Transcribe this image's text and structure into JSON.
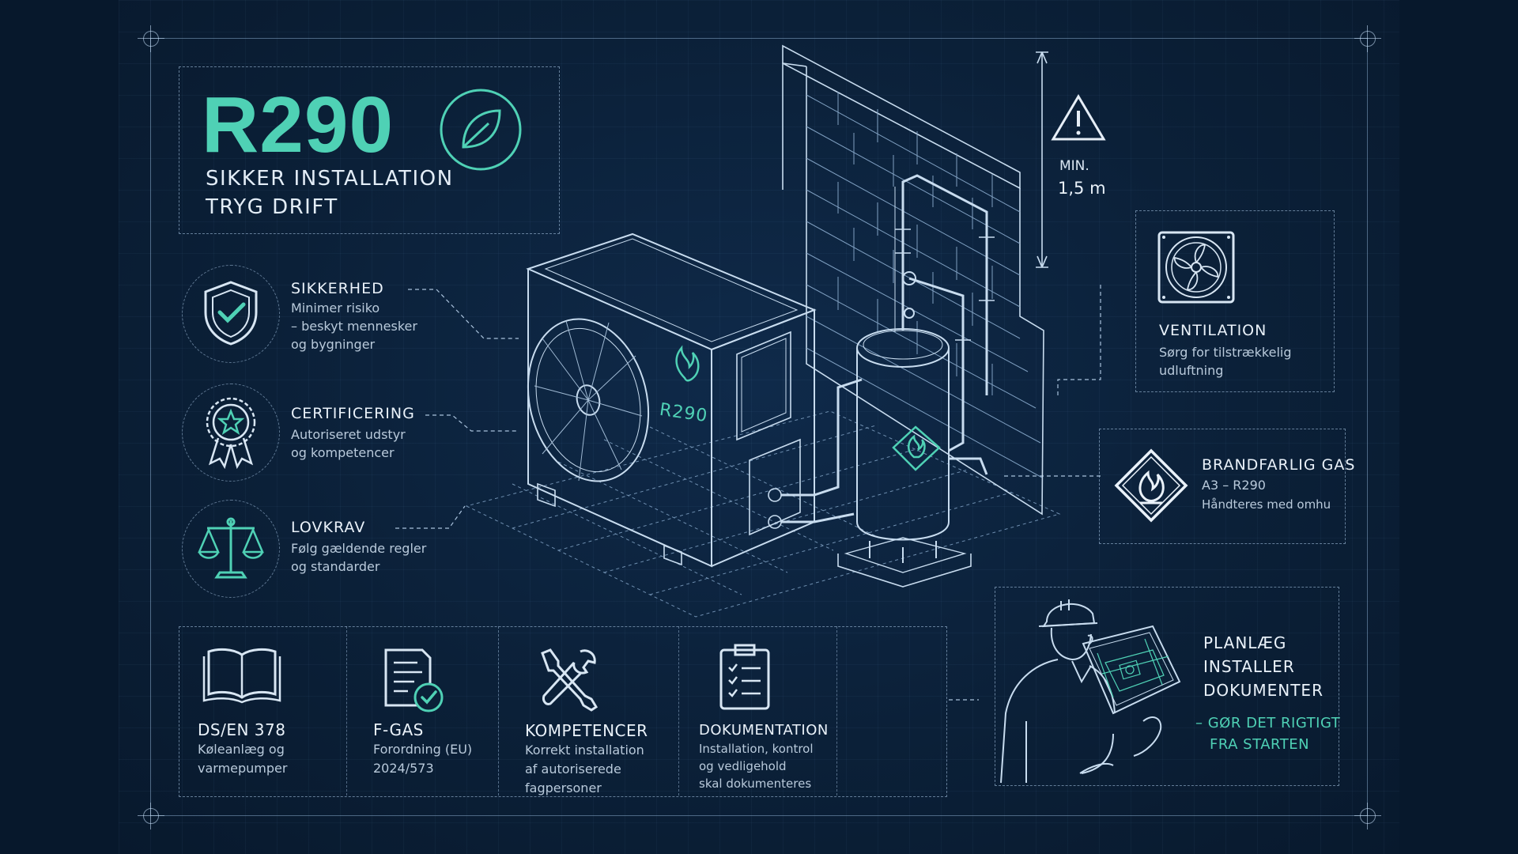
{
  "header": {
    "title": "R290",
    "subtitle_line1": "SIKKER INSTALLATION",
    "subtitle_line2": "TRYG DRIFT"
  },
  "features": [
    {
      "title": "SIKKERHED",
      "lines": [
        "Minimer risiko",
        "– beskyt mennesker",
        "og bygninger"
      ],
      "icon": "shield-check-icon"
    },
    {
      "title": "CERTIFICERING",
      "lines": [
        "Autoriseret udstyr",
        "og kompetencer"
      ],
      "icon": "award-badge-icon"
    },
    {
      "title": "LOVKRAV",
      "lines": [
        "Følg gældende regler",
        "og standarder"
      ],
      "icon": "scales-icon"
    }
  ],
  "diagram": {
    "unit_label": "R290",
    "clearance_label": "MIN.",
    "clearance_value": "1,5 m"
  },
  "ventilation": {
    "title": "VENTILATION",
    "lines": [
      "Sørg for tilstrækkelig",
      "udluftning"
    ]
  },
  "gas": {
    "title": "BRANDFARLIG GAS",
    "line1": "A3 – R290",
    "line2": "Håndteres med omhu"
  },
  "standards": [
    {
      "title": "DS/EN 378",
      "lines": [
        "Køleanlæg og",
        "varmepumper"
      ],
      "icon": "book-icon"
    },
    {
      "title": "F-GAS",
      "lines": [
        "Forordning (EU)",
        "2024/573"
      ],
      "icon": "document-check-icon"
    },
    {
      "title": "KOMPETENCER",
      "lines": [
        "Korrekt installation",
        "af autoriserede",
        "fagpersoner"
      ],
      "icon": "tools-icon"
    },
    {
      "title": "DOKUMENTATION",
      "lines": [
        "Installation, kontrol",
        "og vedligehold",
        "skal dokumenteres"
      ],
      "icon": "clipboard-icon"
    }
  ],
  "cta": {
    "steps": [
      "PLANLÆG",
      "INSTALLER",
      "DOKUMENTER"
    ],
    "tagline1": "– GØR DET RIGTIGT",
    "tagline2": "FRA STARTEN"
  },
  "colors": {
    "background": "#07182c",
    "accent": "#4fd1b5",
    "line": "#c8dcef"
  }
}
